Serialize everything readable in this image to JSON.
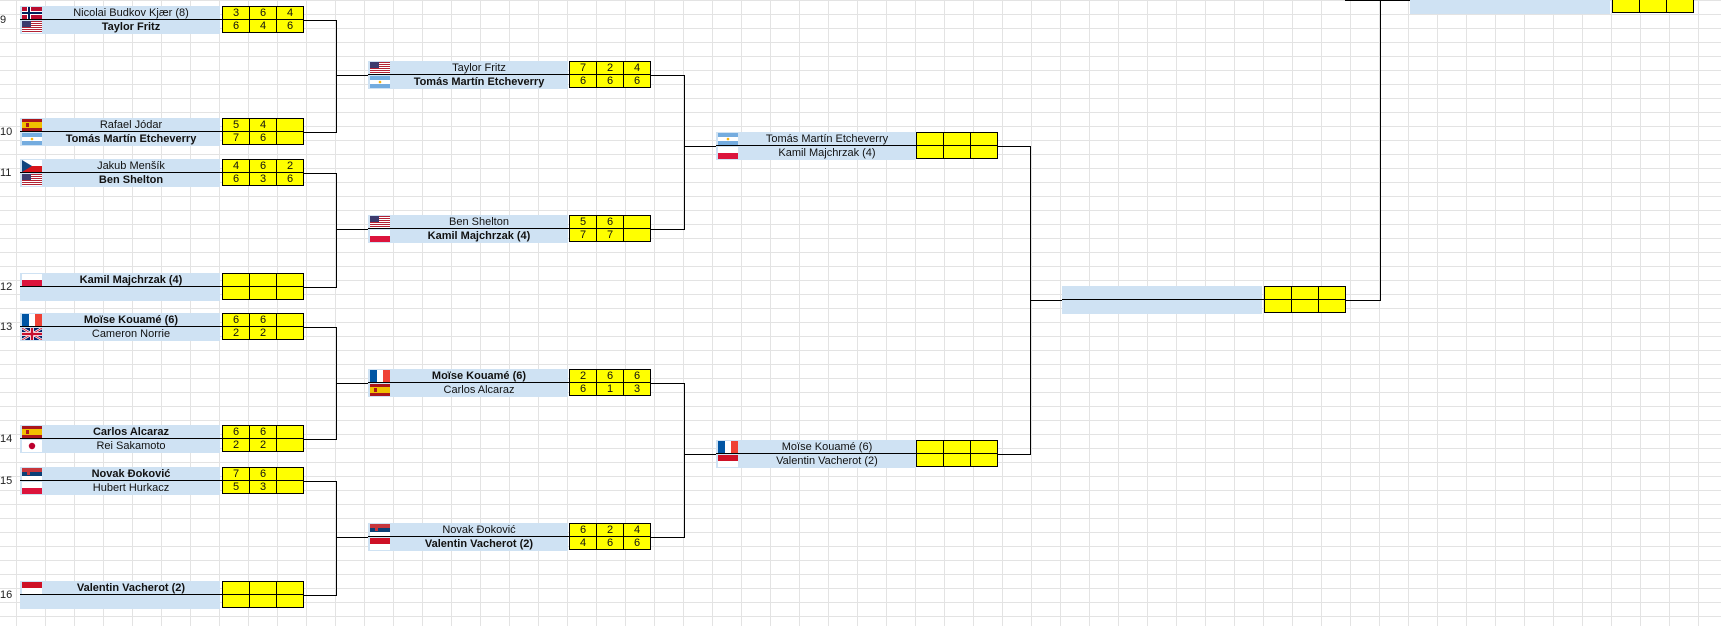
{
  "row_numbers": [
    {
      "id": "r9",
      "label": "9"
    },
    {
      "id": "r10",
      "label": "10"
    },
    {
      "id": "r11",
      "label": "11"
    },
    {
      "id": "r12",
      "label": "12"
    },
    {
      "id": "r13",
      "label": "13"
    },
    {
      "id": "r14",
      "label": "14"
    },
    {
      "id": "r15",
      "label": "15"
    },
    {
      "id": "r16",
      "label": "16"
    }
  ],
  "flags": {
    "nor": {
      "colors": [
        "#ba0c2f",
        "#ffffff",
        "#00205b"
      ],
      "name": "norway-flag"
    },
    "usa": {
      "colors": [
        "#b22234",
        "#ffffff",
        "#3c3b6e"
      ],
      "name": "usa-flag"
    },
    "esp": {
      "colors": [
        "#aa151b",
        "#f1bf00"
      ],
      "name": "spain-flag"
    },
    "arg": {
      "colors": [
        "#74acdf",
        "#ffffff"
      ],
      "name": "argentina-flag"
    },
    "cze": {
      "colors": [
        "#ffffff",
        "#d7141a",
        "#11457e"
      ],
      "name": "czech-flag"
    },
    "pol": {
      "colors": [
        "#ffffff",
        "#dc143c"
      ],
      "name": "poland-flag"
    },
    "fra": {
      "colors": [
        "#0055a4",
        "#ffffff",
        "#ef4135"
      ],
      "name": "france-flag"
    },
    "gbr": {
      "colors": [
        "#012169",
        "#ffffff",
        "#c8102e"
      ],
      "name": "uk-flag"
    },
    "jpn": {
      "colors": [
        "#ffffff",
        "#bc002d"
      ],
      "name": "japan-flag"
    },
    "srb": {
      "colors": [
        "#c6363c",
        "#0c4076",
        "#ffffff"
      ],
      "name": "serbia-flag"
    },
    "mon": {
      "colors": [
        "#ce1126",
        "#ffffff"
      ],
      "name": "monaco-flag"
    }
  },
  "round1": [
    {
      "p1": {
        "name": "Nicolai Budkov Kjær (8)",
        "flag": "nor",
        "winner": false,
        "scores": [
          "3",
          "6",
          "4"
        ]
      },
      "p2": {
        "name": "Taylor Fritz",
        "flag": "usa",
        "winner": true,
        "scores": [
          "6",
          "4",
          "6"
        ]
      }
    },
    {
      "p1": {
        "name": "Rafael Jódar",
        "flag": "esp",
        "winner": false,
        "scores": [
          "5",
          "4",
          ""
        ]
      },
      "p2": {
        "name": "Tomás Martín Etcheverry",
        "flag": "arg",
        "winner": true,
        "scores": [
          "7",
          "6",
          ""
        ]
      }
    },
    {
      "p1": {
        "name": "Jakub Menšík",
        "flag": "cze",
        "winner": false,
        "scores": [
          "4",
          "6",
          "2"
        ]
      },
      "p2": {
        "name": "Ben Shelton",
        "flag": "usa",
        "winner": true,
        "scores": [
          "6",
          "3",
          "6"
        ]
      }
    },
    {
      "p1": {
        "name": "Kamil Majchrzak (4)",
        "flag": "pol",
        "winner": true,
        "scores": [
          "",
          "",
          ""
        ]
      },
      "p2": {
        "name": "",
        "flag": "",
        "winner": false,
        "scores": [
          "",
          "",
          ""
        ]
      }
    },
    {
      "p1": {
        "name": "Moïse Kouamé (6)",
        "flag": "fra",
        "winner": true,
        "scores": [
          "6",
          "6",
          ""
        ]
      },
      "p2": {
        "name": "Cameron Norrie",
        "flag": "gbr",
        "winner": false,
        "scores": [
          "2",
          "2",
          ""
        ]
      }
    },
    {
      "p1": {
        "name": "Carlos Alcaraz",
        "flag": "esp",
        "winner": true,
        "scores": [
          "6",
          "6",
          ""
        ]
      },
      "p2": {
        "name": "Rei Sakamoto",
        "flag": "jpn",
        "winner": false,
        "scores": [
          "2",
          "2",
          ""
        ]
      }
    },
    {
      "p1": {
        "name": "Novak Đoković",
        "flag": "srb",
        "winner": true,
        "scores": [
          "7",
          "6",
          ""
        ]
      },
      "p2": {
        "name": "Hubert Hurkacz",
        "flag": "pol",
        "winner": false,
        "scores": [
          "5",
          "3",
          ""
        ]
      }
    },
    {
      "p1": {
        "name": "Valentin Vacherot (2)",
        "flag": "mon",
        "winner": true,
        "scores": [
          "",
          "",
          ""
        ]
      },
      "p2": {
        "name": "",
        "flag": "",
        "winner": false,
        "scores": [
          "",
          "",
          ""
        ]
      }
    }
  ],
  "round2": [
    {
      "p1": {
        "name": "Taylor Fritz",
        "flag": "usa",
        "winner": false,
        "scores": [
          "7",
          "2",
          "4"
        ]
      },
      "p2": {
        "name": "Tomás Martín Etcheverry",
        "flag": "arg",
        "winner": true,
        "scores": [
          "6",
          "6",
          "6"
        ]
      }
    },
    {
      "p1": {
        "name": "Ben Shelton",
        "flag": "usa",
        "winner": false,
        "scores": [
          "5",
          "6",
          ""
        ]
      },
      "p2": {
        "name": "Kamil Majchrzak (4)",
        "flag": "pol",
        "winner": true,
        "scores": [
          "7",
          "7",
          ""
        ]
      }
    },
    {
      "p1": {
        "name": "Moïse Kouamé (6)",
        "flag": "fra",
        "winner": true,
        "scores": [
          "2",
          "6",
          "6"
        ]
      },
      "p2": {
        "name": "Carlos Alcaraz",
        "flag": "esp",
        "winner": false,
        "scores": [
          "6",
          "1",
          "3"
        ]
      }
    },
    {
      "p1": {
        "name": "Novak Đoković",
        "flag": "srb",
        "winner": false,
        "scores": [
          "6",
          "2",
          "4"
        ]
      },
      "p2": {
        "name": "Valentin Vacherot (2)",
        "flag": "mon",
        "winner": true,
        "scores": [
          "4",
          "6",
          "6"
        ]
      }
    }
  ],
  "round3": [
    {
      "p1": {
        "name": "Tomás Martín Etcheverry",
        "flag": "arg",
        "winner": false,
        "scores": [
          "",
          "",
          ""
        ]
      },
      "p2": {
        "name": "Kamil Majchrzak (4)",
        "flag": "pol",
        "winner": false,
        "scores": [
          "",
          "",
          ""
        ]
      }
    },
    {
      "p1": {
        "name": "Moïse Kouamé (6)",
        "flag": "fra",
        "winner": false,
        "scores": [
          "",
          "",
          ""
        ]
      },
      "p2": {
        "name": "Valentin Vacherot (2)",
        "flag": "mon",
        "winner": false,
        "scores": [
          "",
          "",
          ""
        ]
      }
    }
  ],
  "round4": [
    {
      "p1": {
        "name": "",
        "flag": "",
        "winner": false,
        "scores": [
          "",
          "",
          ""
        ]
      },
      "p2": {
        "name": "",
        "flag": "",
        "winner": false,
        "scores": [
          "",
          "",
          ""
        ]
      }
    }
  ],
  "round5": [
    {
      "p1": {
        "name": "",
        "flag": "",
        "winner": false,
        "scores": [
          "",
          "",
          ""
        ]
      },
      "p2": {
        "name": "",
        "flag": "",
        "winner": false,
        "scores": [
          "",
          "",
          ""
        ]
      }
    }
  ]
}
